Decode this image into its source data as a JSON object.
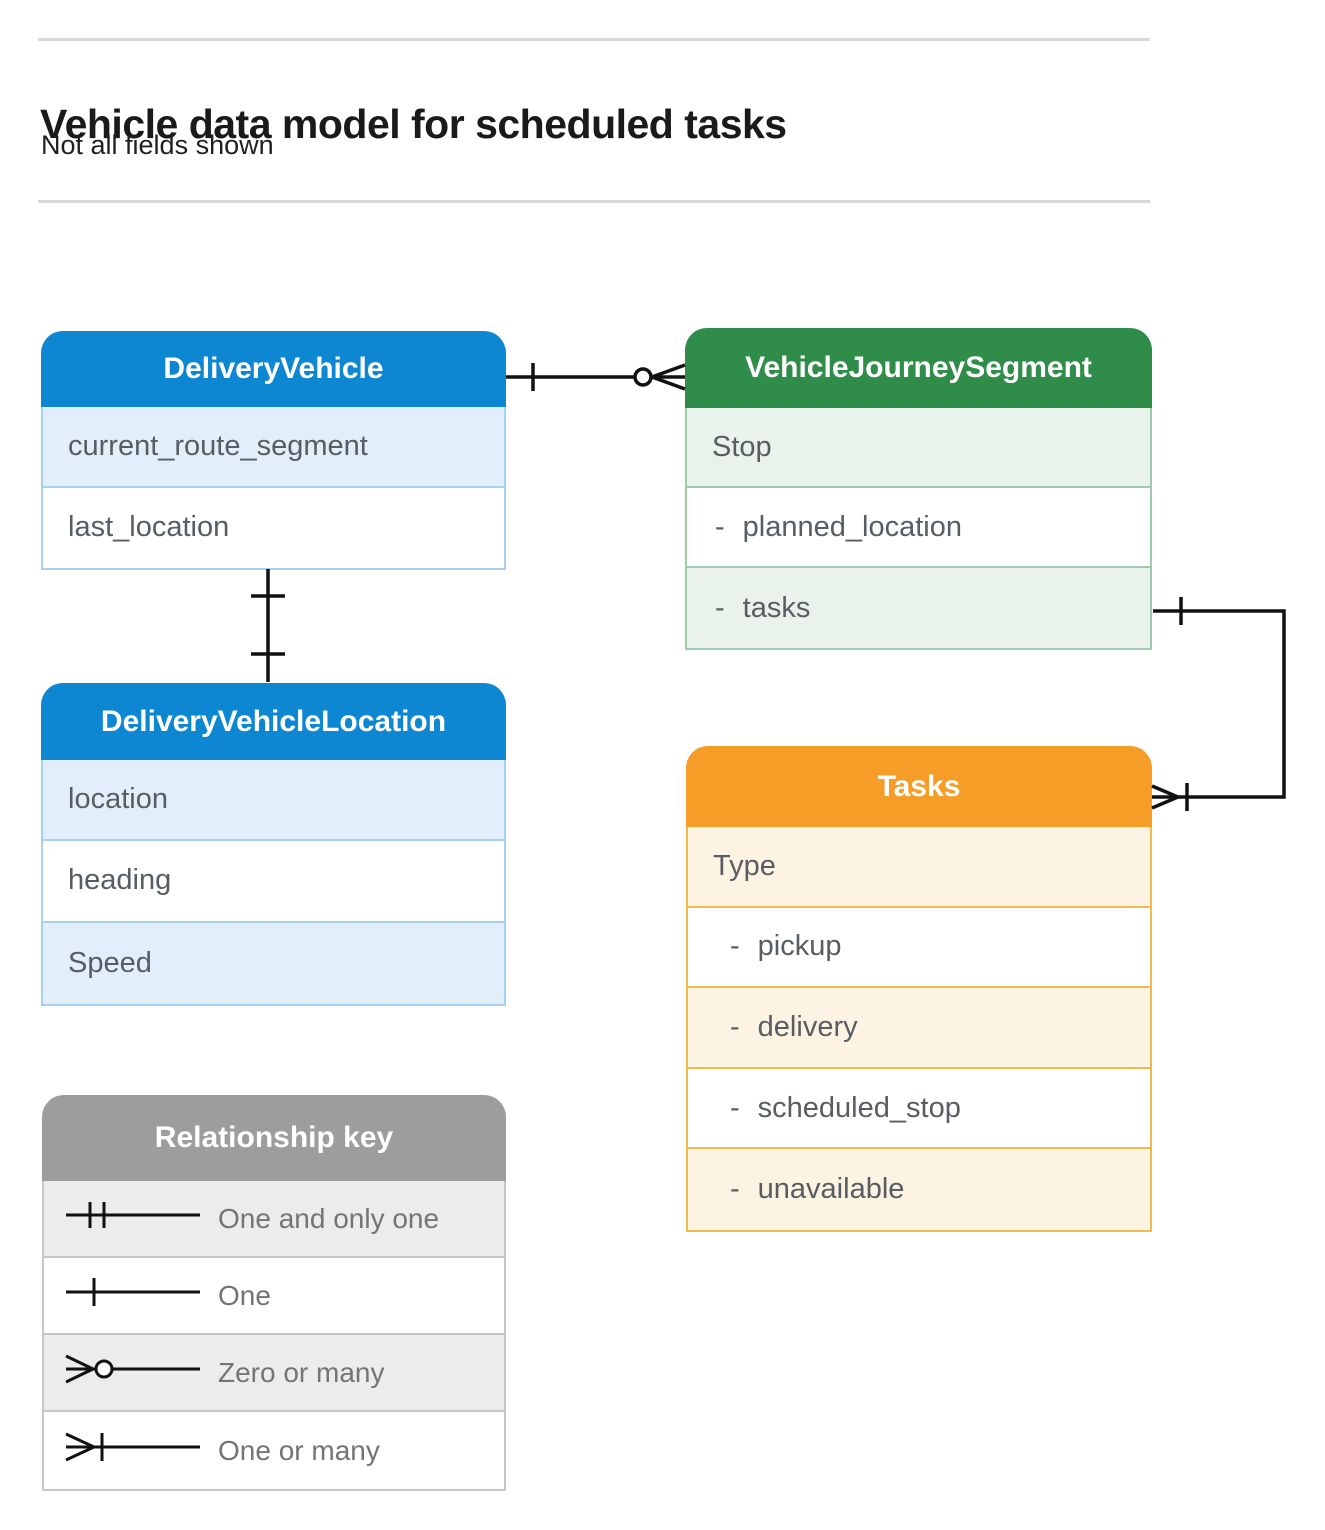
{
  "page": {
    "title": "Vehicle data model for scheduled tasks",
    "subtitle": "Not all fields shown"
  },
  "colors": {
    "blue_header": "#0e87d2",
    "blue_row": "#e2effb",
    "blue_border": "#a6d1f0",
    "green_header": "#2f8d49",
    "green_row": "#e9f3ec",
    "green_border": "#9ecbab",
    "orange_header": "#f59d27",
    "orange_row": "#fdf3e2",
    "orange_border": "#f2b94f",
    "gray_header": "#9d9d9d",
    "gray_row": "#ececec",
    "gray_border": "#c6c6c6",
    "connector_line": "#111111",
    "header_text": "#ffffff",
    "row_text": "#575d62",
    "key_text": "#747474"
  },
  "entities": [
    {
      "id": "delivery-vehicle",
      "name": "DeliveryVehicle",
      "theme": "blue",
      "fields": [
        {
          "label": "current_route_segment"
        },
        {
          "label": "last_location"
        }
      ]
    },
    {
      "id": "vehicle-journey-segment",
      "name": "VehicleJourneySegment",
      "theme": "green",
      "fields": [
        {
          "label": "Stop"
        },
        {
          "prefix": "-",
          "label": "planned_location"
        },
        {
          "prefix": "-",
          "label": "tasks"
        }
      ]
    },
    {
      "id": "delivery-vehicle-location",
      "name": "DeliveryVehicleLocation",
      "theme": "blue",
      "fields": [
        {
          "label": "location"
        },
        {
          "label": "heading"
        },
        {
          "label": "Speed"
        }
      ]
    },
    {
      "id": "tasks",
      "name": "Tasks",
      "theme": "orange",
      "fields": [
        {
          "label": "Type"
        },
        {
          "prefix": "-",
          "label": "pickup"
        },
        {
          "prefix": "-",
          "label": "delivery"
        },
        {
          "prefix": "-",
          "label": "scheduled_stop"
        },
        {
          "prefix": "-",
          "label": "unavailable"
        }
      ]
    }
  ],
  "relationship_key": {
    "title": "Relationship key",
    "items": [
      {
        "symbol": "one-and-only-one",
        "label": "One and only one"
      },
      {
        "symbol": "one",
        "label": "One"
      },
      {
        "symbol": "zero-or-many",
        "label": "Zero or many"
      },
      {
        "symbol": "one-or-many",
        "label": "One or many"
      }
    ]
  },
  "connectors": [
    {
      "from": "DeliveryVehicle",
      "to": "VehicleJourneySegment",
      "from_end": "one",
      "to_end": "zero-or-many"
    },
    {
      "from": "DeliveryVehicle",
      "to": "DeliveryVehicleLocation",
      "from_end": "one",
      "to_end": "one"
    },
    {
      "from": "VehicleJourneySegment.tasks",
      "to": "Tasks",
      "from_end": "one",
      "to_end": "one-or-many"
    }
  ]
}
